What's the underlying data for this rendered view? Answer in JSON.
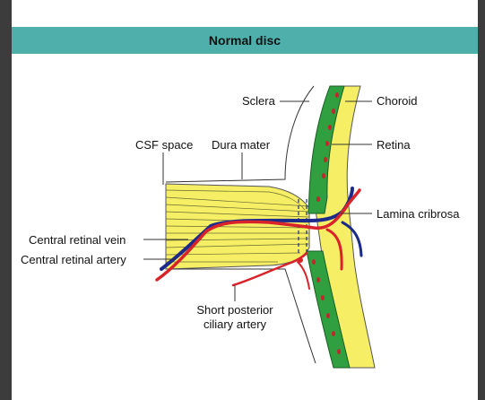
{
  "header": {
    "title": "Normal disc"
  },
  "labels": {
    "sclera": "Sclera",
    "choroid": "Choroid",
    "csf_space": "CSF space",
    "dura_mater": "Dura mater",
    "retina": "Retina",
    "lamina_cribrosa": "Lamina cribrosa",
    "central_retinal_vein": "Central retinal vein",
    "central_retinal_artery": "Central retinal artery",
    "short_posterior_line1": "Short posterior",
    "short_posterior_line2": "ciliary artery"
  },
  "colors": {
    "header_bg": "#4fb0ab",
    "nerve_yellow": "#f6ef66",
    "choroid_green": "#2f9f3f",
    "artery_red": "#d8232a",
    "vein_blue": "#1c2b8a",
    "background": "#ffffff"
  }
}
